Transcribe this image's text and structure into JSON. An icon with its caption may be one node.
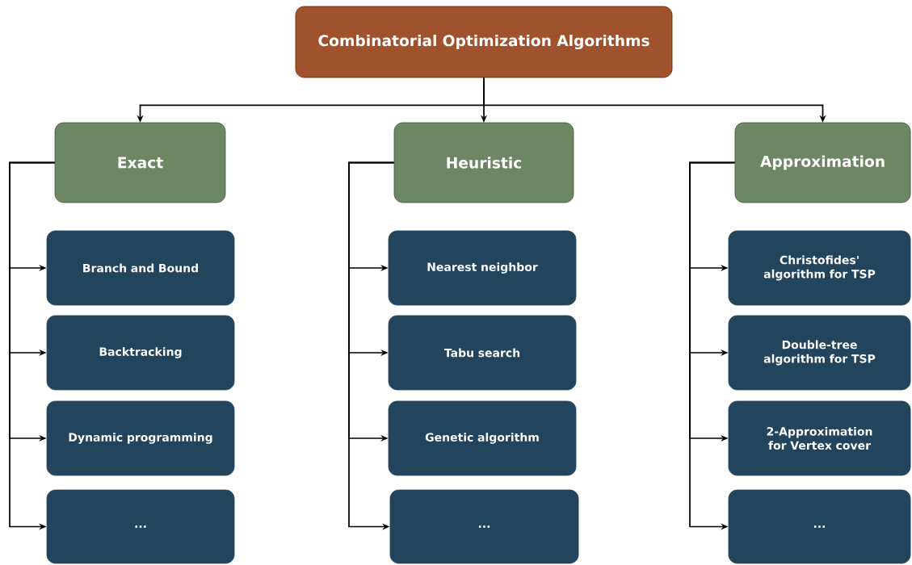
{
  "diagram": {
    "nodes": [
      {
        "text": [
          "Combinatorial Optimization Algorithms"
        ]
      },
      {
        "text": [
          "Exact"
        ]
      },
      {
        "text": [
          "Heuristic"
        ]
      },
      {
        "text": [
          "Approximation"
        ]
      },
      {
        "text": [
          "Branch and Bound"
        ]
      },
      {
        "text": [
          "Backtracking"
        ]
      },
      {
        "text": [
          "Dynamic programming"
        ]
      },
      {
        "text": [
          "..."
        ]
      },
      {
        "text": [
          "Nearest neighbor"
        ]
      },
      {
        "text": [
          "Tabu search"
        ]
      },
      {
        "text": [
          "Genetic algorithm"
        ]
      },
      {
        "text": [
          "..."
        ]
      },
      {
        "text": [
          "Christofides' algorithm for TSP"
        ]
      },
      {
        "text": [
          "Double-tree algorithm for TSP"
        ]
      },
      {
        "text": [
          "2-Approximation for Vertex cover"
        ]
      },
      {
        "text": [
          "..."
        ]
      }
    ],
    "edges": [
      {
        "from": 0,
        "to": 1,
        "arrow": "to"
      },
      {
        "from": 0,
        "to": 2,
        "arrow": "to"
      },
      {
        "from": 0,
        "to": 3,
        "arrow": "to"
      },
      {
        "from": 1,
        "to": 4,
        "arrow": "to"
      },
      {
        "from": 1,
        "to": 5,
        "arrow": "to"
      },
      {
        "from": 1,
        "to": 6,
        "arrow": "to"
      },
      {
        "from": 1,
        "to": 7,
        "arrow": "to"
      },
      {
        "from": 2,
        "to": 8,
        "arrow": "to"
      },
      {
        "from": 2,
        "to": 9,
        "arrow": "to"
      },
      {
        "from": 2,
        "to": 10,
        "arrow": "to"
      },
      {
        "from": 2,
        "to": 11,
        "arrow": "to"
      },
      {
        "from": 3,
        "to": 12,
        "arrow": "to"
      },
      {
        "from": 3,
        "to": 13,
        "arrow": "to"
      },
      {
        "from": 3,
        "to": 14,
        "arrow": "to"
      },
      {
        "from": 3,
        "to": 15,
        "arrow": "to"
      }
    ]
  }
}
